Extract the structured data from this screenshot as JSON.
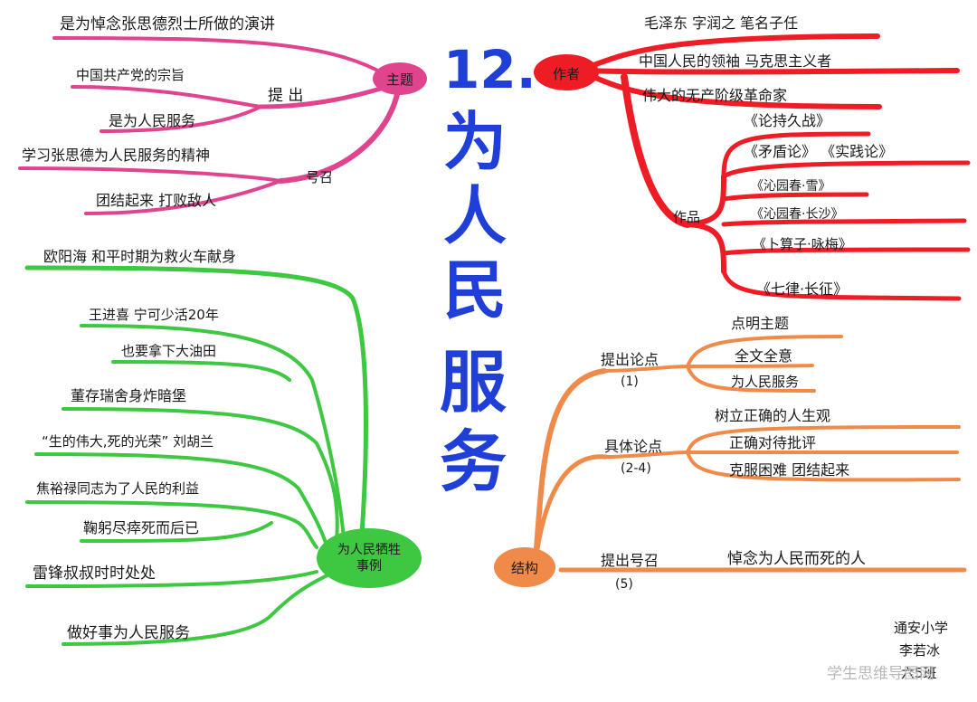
{
  "title": {
    "number": "12.",
    "chars": [
      "为",
      "人",
      "民",
      "服",
      "务"
    ]
  },
  "theme": {
    "label": "主题",
    "speech": "是为悼念张思德烈士所做的演讲",
    "propose": {
      "label": "提 出",
      "items": [
        "中国共产党的宗旨",
        "是为人民服务"
      ]
    },
    "call": {
      "label": "号召",
      "items": [
        "学习张思德为人民服务的精神",
        "团结起来  打败敌人"
      ]
    }
  },
  "author": {
    "label": "作者",
    "lines": [
      "毛泽东   字润之    笔名子任",
      "中国人民的领袖   马克思主义者",
      "伟大的无产阶级革命家"
    ],
    "works": {
      "label": "作品",
      "items": [
        "《论持久战》",
        "《矛盾论》  《实践论》",
        "《沁园春·雪》",
        "《沁园春·长沙》",
        "《卜算子·咏梅》",
        "《七律·长征》"
      ]
    }
  },
  "examples": {
    "label": "为人民牺牲 事例",
    "items": [
      "欧阳海    和平时期为救火车献身",
      "王进喜   宁可少活20年",
      "也要拿下大油田",
      "董存瑞舍身炸暗堡",
      "“生的伟大,死的光荣” 刘胡兰",
      "焦裕禄同志为了人民的利益",
      "鞠躬尽瘁死而后已",
      "雷锋叔叔时时处处",
      "做好事为人民服务"
    ]
  },
  "structure": {
    "label": "结构",
    "argument": {
      "label": "提出论点",
      "sub": "(1)",
      "items": [
        "点明主题",
        "全文全意",
        "为人民服务"
      ]
    },
    "detail": {
      "label": "具体论点",
      "sub": "(2-4)",
      "items": [
        "树立正确的人生观",
        "正确对待批评",
        "克服困难  团结起来"
      ]
    },
    "call": {
      "label": "提出号召",
      "sub": "(5)",
      "item": "悼念为人民而死的人"
    }
  },
  "signature": [
    "通安小学",
    "李若冰",
    "六5班"
  ],
  "watermark": "学生思维导图网",
  "colors": {
    "title": "#1f3fd6",
    "theme": "#e0448f",
    "author": "#ee1c24",
    "examples": "#3ec842",
    "structure": "#f08a4b"
  }
}
